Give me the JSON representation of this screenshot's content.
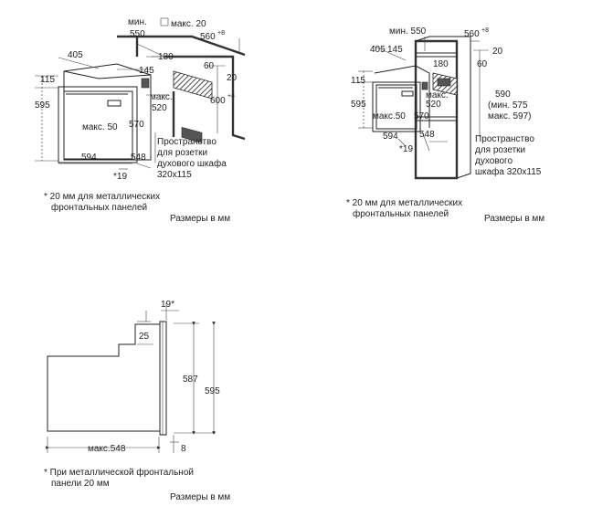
{
  "d1": {
    "min_label": "мин.",
    "min_value": "550",
    "max_label": "макс. 20",
    "d560": "560",
    "d560_sup": "+8",
    "d405": "405",
    "d180": "180",
    "d60": "60",
    "d115": "115",
    "d145": "145",
    "d595": "595",
    "d20": "20",
    "d520": "520",
    "d520_max": "макс.",
    "d600": "600",
    "d600_sup": "+4",
    "d570": "570",
    "max50": "макс. 50",
    "d594": "594",
    "d548": "548",
    "star19": "*19",
    "space_lines": [
      "Пространство",
      "для розетки",
      "духового шкафа",
      "320x115"
    ],
    "footnote_lines": [
      "* 20 мм для металлических",
      "фронтальных панелей"
    ],
    "units": "Размеры в мм"
  },
  "d2": {
    "min_label": "мин. 550",
    "d560": "560",
    "d560_sup": "+8",
    "d20": "20",
    "d405": "405",
    "d145": "145",
    "d180": "180",
    "d60": "60",
    "d115": "115",
    "max_label": "макс.",
    "d520": "520",
    "d590_lines": [
      "590",
      "(мин. 575",
      "макс. 597)"
    ],
    "d595": "595",
    "max50": "макс.50",
    "d570": "570",
    "d594": "594",
    "d548": "548",
    "star19": "*19",
    "space_lines": [
      "Пространство",
      "для розетки",
      "духового",
      "шкафа 320x115"
    ],
    "footnote_lines": [
      "* 20 мм для металлических",
      "фронтальных панелей"
    ],
    "units": "Размеры в мм"
  },
  "d3": {
    "d19": "19*",
    "d25": "25",
    "d587": "587",
    "d595": "595",
    "max548": "макс.548",
    "d8": "8",
    "footnote_lines": [
      "* При металлической фронтальной",
      "панели 20 мм"
    ],
    "units": "Размеры в мм"
  }
}
